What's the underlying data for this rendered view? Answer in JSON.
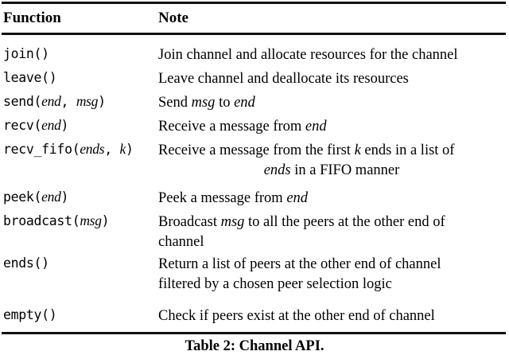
{
  "table": {
    "number": "Table 2",
    "caption": "Table 2: Channel API.",
    "columns": {
      "function": "Function",
      "note": "Note"
    },
    "rows": [
      {
        "function_plain": "join()",
        "function_name": "join",
        "function_args": [],
        "note": "Join channel and allocate resources for the channel",
        "note_lines": [
          "Join channel and allocate resources for the channel"
        ]
      },
      {
        "function_plain": "leave()",
        "function_name": "leave",
        "function_args": [],
        "note": "Leave channel and deallocate its resources",
        "note_lines": [
          "Leave channel and deallocate its resources"
        ]
      },
      {
        "function_plain": "send(end, msg)",
        "function_name": "send",
        "function_args": [
          "end",
          "msg"
        ],
        "note": "Send msg to end",
        "note_lines": [
          "Send msg to end"
        ]
      },
      {
        "function_plain": "recv(end)",
        "function_name": "recv",
        "function_args": [
          "end"
        ],
        "note": "Receive a message from end",
        "note_lines": [
          "Receive a message from end"
        ]
      },
      {
        "function_plain": "recv_fifo(ends, k)",
        "function_name": "recv_fifo",
        "function_args": [
          "ends",
          "k"
        ],
        "note": "Receive a message from the first k ends in a list of ends in a FIFO manner",
        "note_lines": [
          "Receive a message from the first k ends in a list of",
          "ends in a FIFO manner"
        ]
      },
      {
        "function_plain": "peek(end)",
        "function_name": "peek",
        "function_args": [
          "end"
        ],
        "note": "Peek a message from end",
        "note_lines": [
          "Peek a message from end"
        ]
      },
      {
        "function_plain": "broadcast(msg)",
        "function_name": "broadcast",
        "function_args": [
          "msg"
        ],
        "note": "Broadcast msg to all the peers at the other end of channel",
        "note_lines": [
          "Broadcast msg to all the peers at the other end of",
          "channel"
        ]
      },
      {
        "function_plain": "ends()",
        "function_name": "ends",
        "function_args": [],
        "note": "Return a list of peers at the other end of channel filtered by a chosen peer selection logic",
        "note_lines": [
          "Return a list of peers at the other end of channel",
          "filtered by a chosen peer selection logic"
        ]
      },
      {
        "function_plain": "empty()",
        "function_name": "empty",
        "function_args": [],
        "note": "Check if peers exist at the other end of channel",
        "note_lines": [
          "Check if peers exist at the other end of channel"
        ]
      }
    ]
  },
  "colors": {
    "page_background": "#ffffff",
    "text": "#000000",
    "rule": "#111111"
  }
}
